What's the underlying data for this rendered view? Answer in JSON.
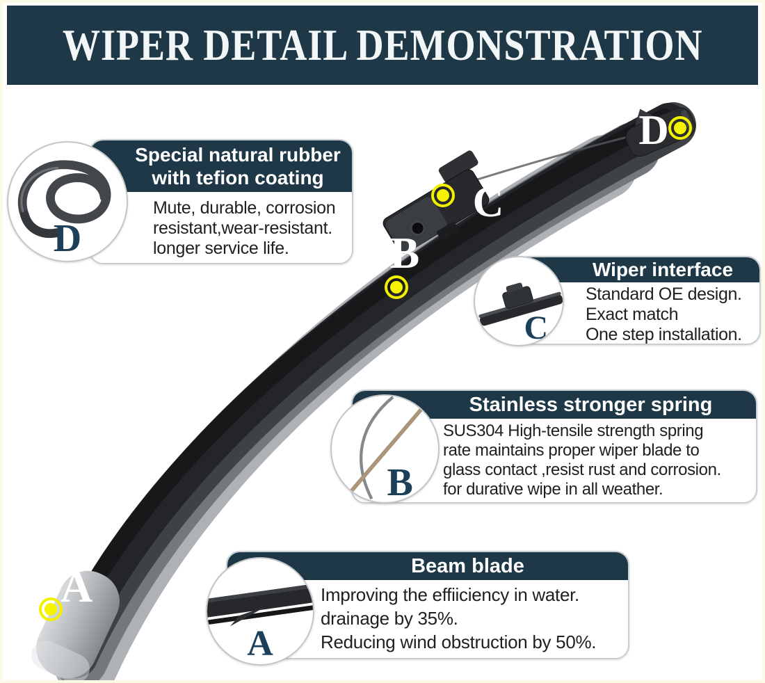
{
  "banner": {
    "title": "WIPER DETAIL DEMONSTRATION"
  },
  "callouts": {
    "rubber": {
      "letter": "D",
      "title_lines": [
        "Special natural rubber",
        "with tefion coating"
      ],
      "body_lines": [
        "Mute, durable, corrosion",
        "resistant,wear-resistant.",
        "longer service life."
      ]
    },
    "interface": {
      "letter": "C",
      "title_lines": [
        "Wiper interface"
      ],
      "body_lines": [
        "Standard OE design.",
        "Exact match",
        "One step installation."
      ]
    },
    "spring": {
      "letter": "B",
      "title_lines": [
        "Stainless stronger spring"
      ],
      "body_lines": [
        "SUS304 High-tensile strength spring",
        "rate maintains proper wiper blade to",
        "glass contact ,resist rust and corrosion.",
        "for durative wipe in all weather."
      ]
    },
    "beam": {
      "letter": "A",
      "title_lines": [
        "Beam blade"
      ],
      "body_lines": [
        "Improving the effiiciency in water.",
        "drainage by 35%.",
        "Reducing wind obstruction by 50%."
      ]
    }
  },
  "blade_markers": {
    "a": "A",
    "b": "B",
    "c": "C",
    "d": "D"
  },
  "colors": {
    "banner_navy": "#1e3847",
    "marker_yellow": "#f3ef00",
    "circle_letter_navy": "#1c405a",
    "body_text": "#1f1f1f"
  }
}
